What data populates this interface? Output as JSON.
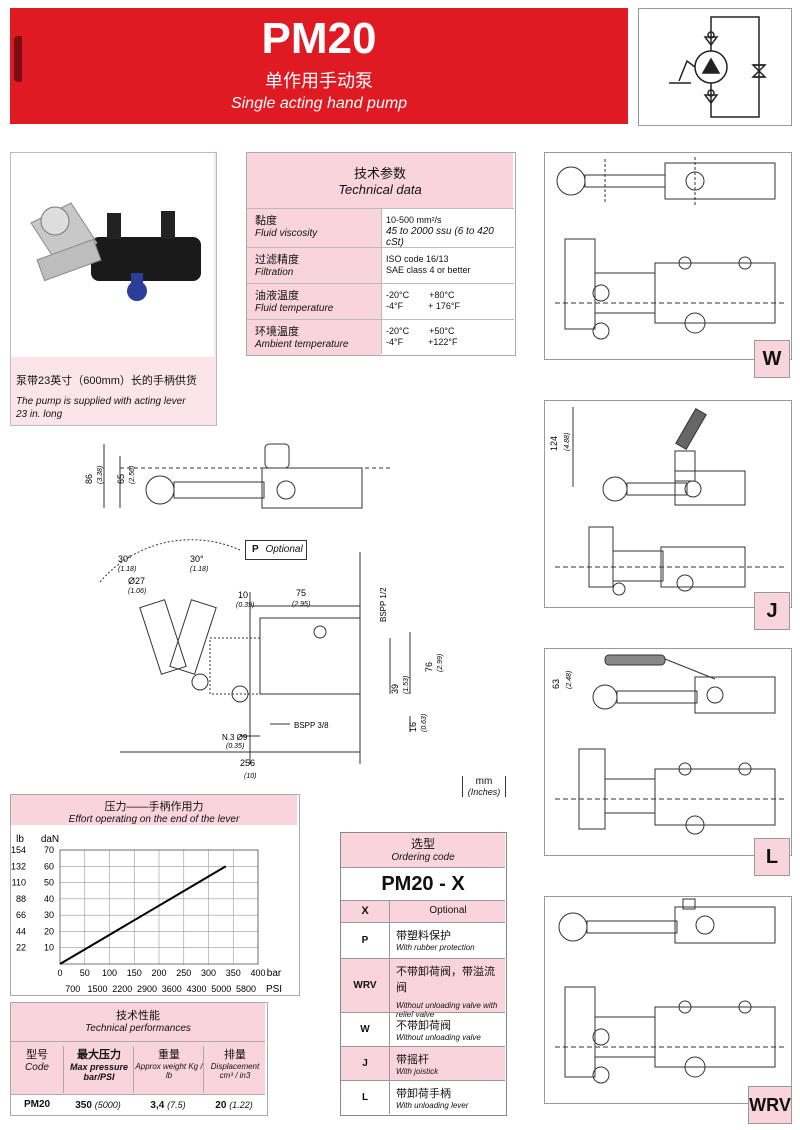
{
  "header": {
    "title": "PM20",
    "subtitle_cn": "单作用手动泵",
    "subtitle_en": "Single acting hand pump"
  },
  "product": {
    "caption_cn": "泵带23英寸（600mm）长的手柄供货",
    "caption_en": "The pump is supplied with acting lever 23 in. long"
  },
  "tech_data": {
    "title_cn": "技术参数",
    "title_en": "Technical data",
    "rows": [
      {
        "cn": "黏度",
        "en": "Fluid viscosity",
        "v1": "10-500 mm²/s",
        "v2": "45 to 2000 ssu (6 to 420 cSt)"
      },
      {
        "cn": "过滤精度",
        "en": "Filtration",
        "v1": "ISO code 16/13",
        "v2": "SAE class 4 or better"
      },
      {
        "cn": "油液温度",
        "en": "Fluid temperature",
        "v1": "-20°C        +80°C",
        "v2": "-4°F          + 176°F"
      },
      {
        "cn": "环境温度",
        "en": "Ambient temperature",
        "v1": "-20°C        +50°C",
        "v2": "-4°F          +122°F"
      }
    ]
  },
  "variants": {
    "w": "W",
    "j": "J",
    "l": "L",
    "wrv": "WRV"
  },
  "variant_dims": {
    "j_dim": "124",
    "j_dim_in": "(4.88)",
    "l_dim": "63",
    "l_dim_in": "(2.48)"
  },
  "drawing": {
    "optional_p": "P",
    "optional_label": "Optional",
    "d86": "86",
    "d86_in": "(3.38)",
    "d65": "65",
    "d65_in": "(2.56)",
    "angle1": "30°",
    "angle1_in": "(1.18)",
    "angle2": "30°",
    "angle2_in": "(1.18)",
    "d27": "Ø27",
    "d27_in": "(1.06)",
    "d10": "10",
    "d10_in": "(0.39)",
    "d75": "75",
    "d75_in": "(2.95)",
    "bspp12": "BSPP 1/2",
    "bspp38": "BSPP 3/8",
    "d39": "39",
    "d39_in": "(1.53)",
    "d76": "76",
    "d76_in": "(2.99)",
    "d16": "16",
    "d16_in": "(0.63)",
    "n3": "N.3 Ø9",
    "n3_in": "(0.35)",
    "d256": "256",
    "d256_in": "(10)",
    "unit_mm": "mm",
    "unit_in": "(Inches)"
  },
  "effort_chart": {
    "title_cn": "压力——手柄作用力",
    "title_en": "Effort operating on the end of the lever"
  },
  "chart_data": {
    "type": "line",
    "title": "Effort operating on the end of the lever",
    "xlabel": "bar",
    "xlabel2": "PSI",
    "ylabel": "daN",
    "ylabel2": "lb",
    "x": [
      0,
      335
    ],
    "y": [
      0,
      60
    ],
    "xlim": [
      0,
      400
    ],
    "ylim": [
      0,
      70
    ],
    "x_ticks": [
      "0",
      "50",
      "100",
      "150",
      "200",
      "250",
      "300",
      "350",
      "400"
    ],
    "x2_ticks": [
      "700",
      "1500",
      "2200",
      "2900",
      "3600",
      "4300",
      "5000",
      "5800"
    ],
    "y_ticks": [
      "10",
      "20",
      "30",
      "40",
      "50",
      "60",
      "70"
    ],
    "y2_ticks": [
      "22",
      "44",
      "66",
      "88",
      "110",
      "132",
      "154"
    ],
    "grid": true
  },
  "performance": {
    "title_cn": "技术性能",
    "title_en": "Technical performances",
    "headers": [
      {
        "cn": "型号",
        "en": "Code"
      },
      {
        "cn": "最大压力",
        "en": "Max pressure bar/PSI"
      },
      {
        "cn": "重量",
        "en": "Approx weight Kg / lb"
      },
      {
        "cn": "排量",
        "en": "Displacement cm³ / in3"
      }
    ],
    "row": {
      "code": "PM20",
      "pressure": "350",
      "pressure_in": "(5000)",
      "weight": "3,4",
      "weight_in": "(7.5)",
      "disp": "20",
      "disp_in": "(1.22)"
    }
  },
  "ordering": {
    "title_cn": "选型",
    "title_en": "Ordering code",
    "code": "PM20 - X",
    "col_x": "X",
    "col_opt": "Optional",
    "options": [
      {
        "code": "P",
        "cn": "带塑料保护",
        "en": "With rubber protection"
      },
      {
        "code": "WRV",
        "cn": "不带卸荷阀，带溢流阀",
        "en": "Without unloading valve with relief valve"
      },
      {
        "code": "W",
        "cn": "不带卸荷阀",
        "en": "Without unloading valve"
      },
      {
        "code": "J",
        "cn": "带摇杆",
        "en": "With joistick"
      },
      {
        "code": "L",
        "cn": "带卸荷手柄",
        "en": "With unloading lever"
      }
    ]
  }
}
